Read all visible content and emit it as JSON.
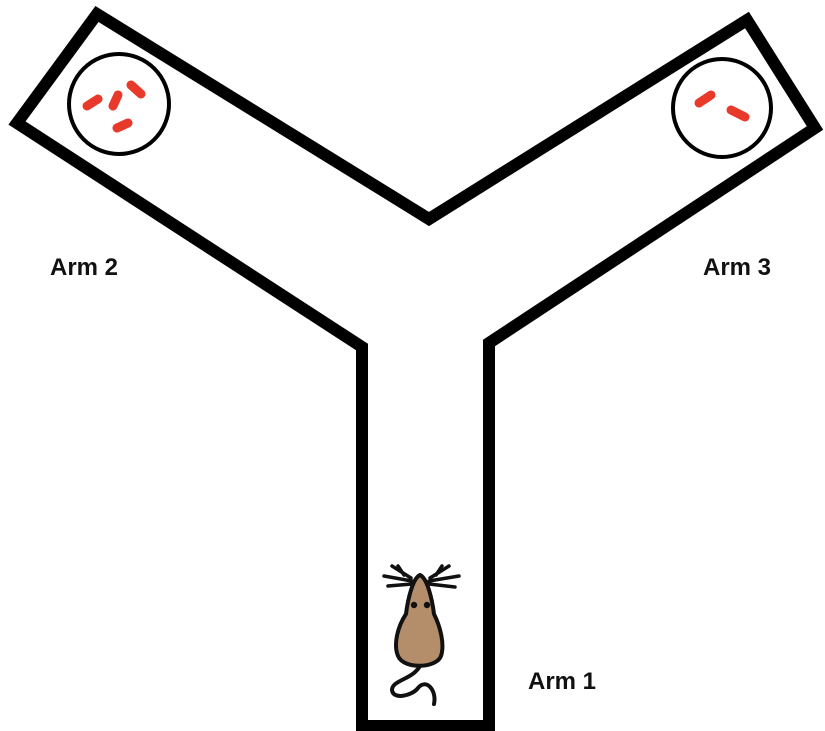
{
  "labels": {
    "arm1": "Arm 1",
    "arm2": "Arm 2",
    "arm3": "Arm 3"
  },
  "colors": {
    "wall": "#000000",
    "floor": "#ffffff",
    "pellet": "#e8392a",
    "mouse_body": "#b48e6a",
    "mouse_outline": "#111111"
  },
  "dishes": [
    {
      "arm": "Arm 2",
      "pellet_count": 4
    },
    {
      "arm": "Arm 3",
      "pellet_count": 2
    }
  ],
  "mouse": {
    "location": "Arm 1"
  }
}
